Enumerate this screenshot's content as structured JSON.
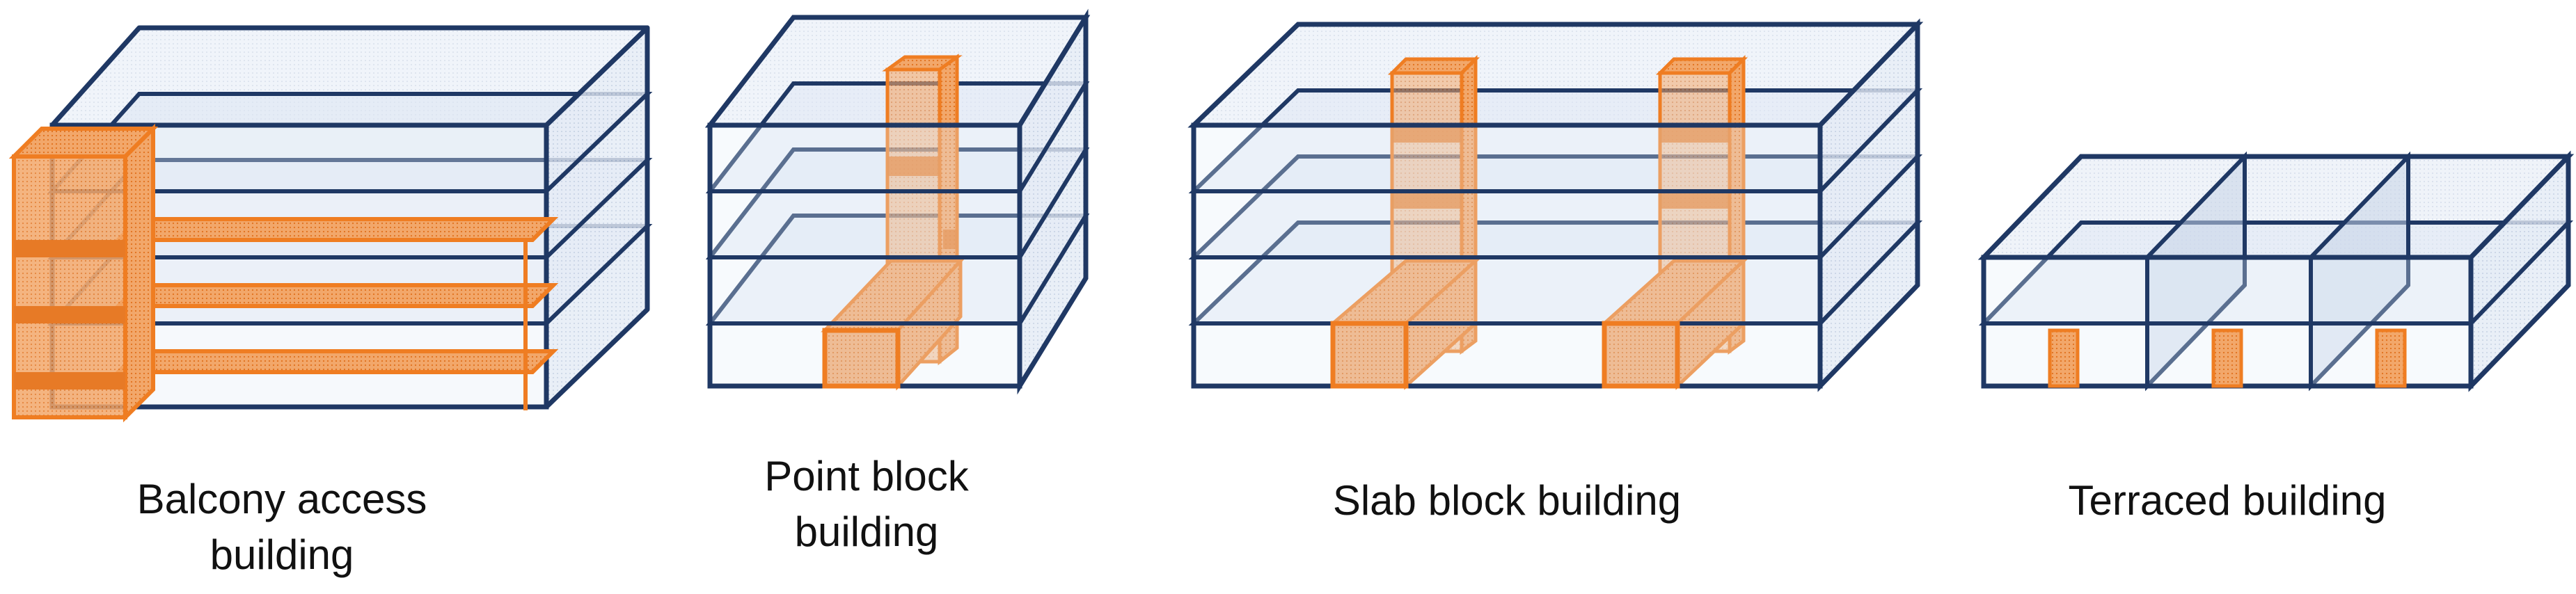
{
  "buildings": [
    {
      "id": "balcony-access",
      "label_lines": [
        "Balcony access",
        "building"
      ]
    },
    {
      "id": "point-block",
      "label_lines": [
        "Point block",
        "building"
      ]
    },
    {
      "id": "slab-block",
      "label_lines": [
        "Slab block building"
      ]
    },
    {
      "id": "terraced",
      "label_lines": [
        "Terraced building"
      ]
    }
  ],
  "colors": {
    "outline": "#1f3864",
    "glass": "#dde6f3",
    "side": "#c7d4e8",
    "access": "#ef7d22",
    "access_fill": "#f3a86a"
  }
}
